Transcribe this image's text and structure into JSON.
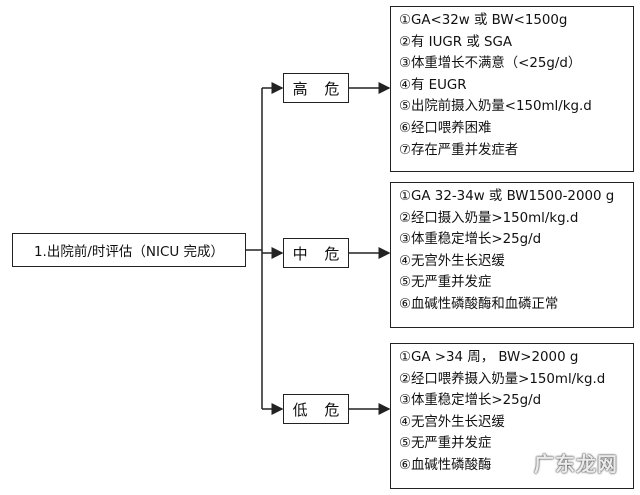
{
  "root": {
    "label": "1.出院前/时评估（NICU 完成）"
  },
  "levels": [
    {
      "label": "高 危",
      "items": [
        "①GA<32w 或 BW<1500g",
        "②有 IUGR 或 SGA",
        "③体重增长不满意（<25g/d）",
        "④有 EUGR",
        "⑤出院前摄入奶量<150ml/kg.d",
        "⑥经口喂养困难",
        "⑦存在严重并发症者"
      ]
    },
    {
      "label": "中 危",
      "items": [
        "①GA 32-34w 或 BW1500-2000 g",
        "②经口摄入奶量>150ml/kg.d",
        "③体重稳定增长>25g/d",
        "④无宫外生长迟缓",
        "⑤无严重并发症",
        "⑥血碱性磷酸酶和血磷正常"
      ]
    },
    {
      "label": "低 危",
      "items": [
        "①GA >34 周， BW>2000 g",
        "②经口喂养摄入奶量>150ml/kg.d",
        "③体重稳定增长>25g/d",
        "④无宫外生长迟缓",
        "⑤无严重并发症",
        "⑥血碱性磷酸酶"
      ]
    }
  ],
  "watermark": "广东龙网"
}
